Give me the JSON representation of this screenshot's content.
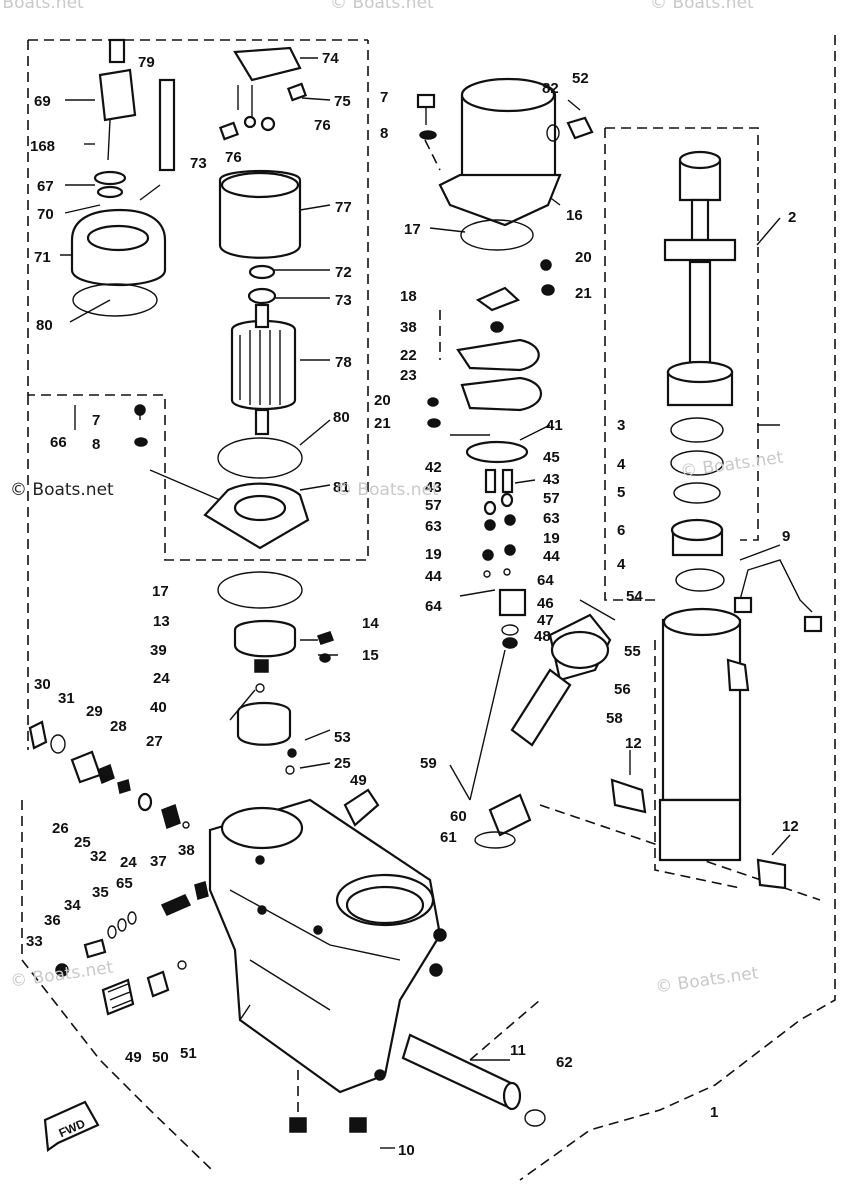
{
  "watermarks": [
    "© Boats.net",
    "© Boats.net",
    "© Boats.net",
    "© Boats.net",
    "© Boats.net",
    "© Boats.net",
    "© Boats.net",
    "© Boats.net"
  ],
  "fwd_label": "FWD",
  "callouts": [
    "79",
    "74",
    "69",
    "75",
    "168",
    "76",
    "73",
    "76",
    "67",
    "70",
    "77",
    "71",
    "72",
    "73",
    "80",
    "78",
    "66",
    "7",
    "8",
    "80",
    "81",
    "17",
    "13",
    "14",
    "15",
    "39",
    "24",
    "40",
    "53",
    "25",
    "30",
    "31",
    "29",
    "28",
    "27",
    "49",
    "26",
    "25",
    "32",
    "24",
    "37",
    "38",
    "34",
    "35",
    "65",
    "36",
    "33",
    "49",
    "50",
    "51",
    "10",
    "11",
    "62",
    "1",
    "7",
    "8",
    "82",
    "52",
    "16",
    "17",
    "20",
    "21",
    "18",
    "38",
    "22",
    "23",
    "20",
    "21",
    "41",
    "42",
    "45",
    "43",
    "43",
    "57",
    "57",
    "63",
    "63",
    "19",
    "19",
    "44",
    "44",
    "64",
    "64",
    "46",
    "54",
    "47",
    "48",
    "55",
    "56",
    "58",
    "59",
    "60",
    "61",
    "12",
    "12",
    "2",
    "3",
    "4",
    "5",
    "6",
    "9",
    "4"
  ]
}
